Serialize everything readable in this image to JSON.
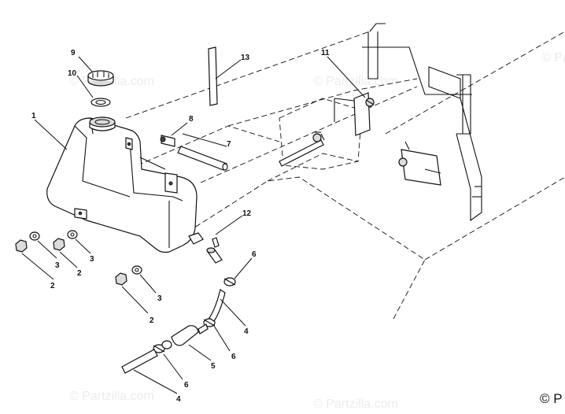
{
  "watermark": {
    "text": "© Partzilla.com"
  },
  "copyright": {
    "text": "© P"
  },
  "colors": {
    "ink": "#111111",
    "paper": "#ffffff",
    "watermark": "#ececec"
  },
  "callouts": {
    "c1": "1",
    "c2a": "2",
    "c2b": "2",
    "c2c": "2",
    "c3a": "3",
    "c3b": "3",
    "c3c": "3",
    "c4a": "4",
    "c4b": "4",
    "c5": "5",
    "c6a": "6",
    "c6b": "6",
    "c6c": "6",
    "c7": "7",
    "c8": "8",
    "c9": "9",
    "c10": "10",
    "c11": "11",
    "c12": "12",
    "c13": "13"
  }
}
